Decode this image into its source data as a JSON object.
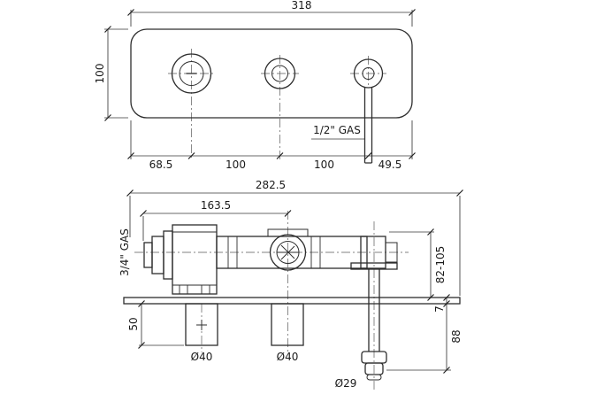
{
  "page": {
    "background": "#ffffff",
    "line_color": "#2d2d2d"
  },
  "top_view": {
    "width_label": "318",
    "height_label": "100",
    "gas_label": "1/2\" GAS",
    "bottom_dims": [
      "68.5",
      "100",
      "100",
      "49.5"
    ]
  },
  "side_view": {
    "overall_length_label": "282.5",
    "cartridge_offset_label": "163.5",
    "inlet_gas_label": "3/4\" GAS",
    "depth_range_label": "82-105",
    "plate_thickness_label": "7",
    "drop_length_label": "88",
    "block_depth_label": "50",
    "hole_diameter_labels": [
      "Ø40",
      "Ø40"
    ],
    "outlet_diameter_label": "Ø29"
  }
}
